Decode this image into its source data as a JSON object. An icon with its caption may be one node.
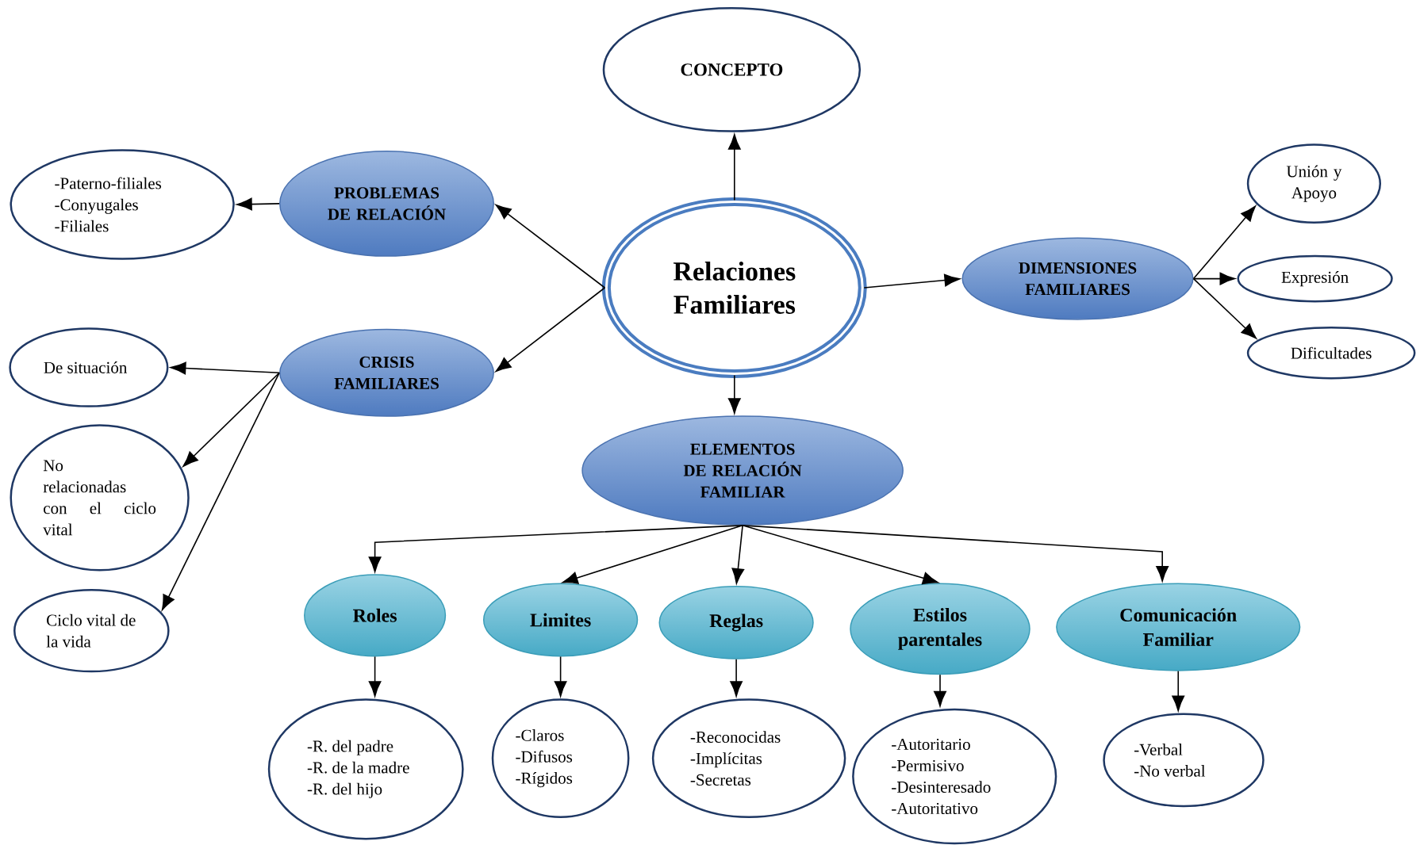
{
  "diagram": {
    "nodes": [
      {
        "text": [
          "Relaciones Familiares"
        ]
      },
      {
        "text": [
          "CONCEPTO"
        ]
      },
      {
        "text": [
          "PROBLEMAS DE RELACIÓN"
        ]
      },
      {
        "text": [
          "-Paterno-filiales",
          "-Conyugales",
          "-Filiales"
        ]
      },
      {
        "text": [
          "CRISIS FAMILIARES"
        ]
      },
      {
        "text": [
          "De situación"
        ]
      },
      {
        "text": [
          "No relacionadas con el ciclo vital"
        ]
      },
      {
        "text": [
          "Ciclo vital de la vida"
        ]
      },
      {
        "text": [
          "DIMENSIONES FAMILIARES"
        ]
      },
      {
        "text": [
          "Unión y Apoyo"
        ]
      },
      {
        "text": [
          "Expresión"
        ]
      },
      {
        "text": [
          "Dificultades"
        ]
      },
      {
        "text": [
          "ELEMENTOS DE RELACIÓN FAMILIAR"
        ]
      },
      {
        "text": [
          "Roles"
        ]
      },
      {
        "text": [
          "Limites"
        ]
      },
      {
        "text": [
          "Reglas"
        ]
      },
      {
        "text": [
          "Estilos parentales"
        ]
      },
      {
        "text": [
          "Comunicación Familiar"
        ]
      },
      {
        "text": [
          "-R. del padre",
          "-R. de la madre",
          "-R. del hijo"
        ]
      },
      {
        "text": [
          "-Claros",
          "-Difusos",
          "-Rígidos"
        ]
      },
      {
        "text": [
          "-Reconocidas",
          "-Implícitas",
          "-Secretas"
        ]
      },
      {
        "text": [
          "-Autoritario",
          "-Permisivo",
          "-Desinteresado",
          "-Autoritativo"
        ]
      },
      {
        "text": [
          "-Verbal",
          "-No verbal"
        ]
      }
    ],
    "edges": [
      {
        "from": 0,
        "to": 1,
        "arrow": "to"
      },
      {
        "from": 0,
        "to": 2,
        "arrow": "to"
      },
      {
        "from": 2,
        "to": 3,
        "arrow": "to"
      },
      {
        "from": 0,
        "to": 4,
        "arrow": "to"
      },
      {
        "from": 4,
        "to": 5,
        "arrow": "to"
      },
      {
        "from": 4,
        "to": 6,
        "arrow": "to"
      },
      {
        "from": 4,
        "to": 7,
        "arrow": "to"
      },
      {
        "from": 0,
        "to": 8,
        "arrow": "to"
      },
      {
        "from": 8,
        "to": 9,
        "arrow": "to"
      },
      {
        "from": 8,
        "to": 10,
        "arrow": "to"
      },
      {
        "from": 8,
        "to": 11,
        "arrow": "to"
      },
      {
        "from": 0,
        "to": 12,
        "arrow": "to"
      },
      {
        "from": 12,
        "to": 13,
        "arrow": "to"
      },
      {
        "from": 12,
        "to": 14,
        "arrow": "to"
      },
      {
        "from": 12,
        "to": 15,
        "arrow": "to"
      },
      {
        "from": 12,
        "to": 16,
        "arrow": "to"
      },
      {
        "from": 12,
        "to": 17,
        "arrow": "to"
      },
      {
        "from": 13,
        "to": 18,
        "arrow": "to"
      },
      {
        "from": 14,
        "to": 19,
        "arrow": "to"
      },
      {
        "from": 15,
        "to": 20,
        "arrow": "to"
      },
      {
        "from": 16,
        "to": 21,
        "arrow": "to"
      },
      {
        "from": 17,
        "to": 22,
        "arrow": "to"
      }
    ]
  }
}
